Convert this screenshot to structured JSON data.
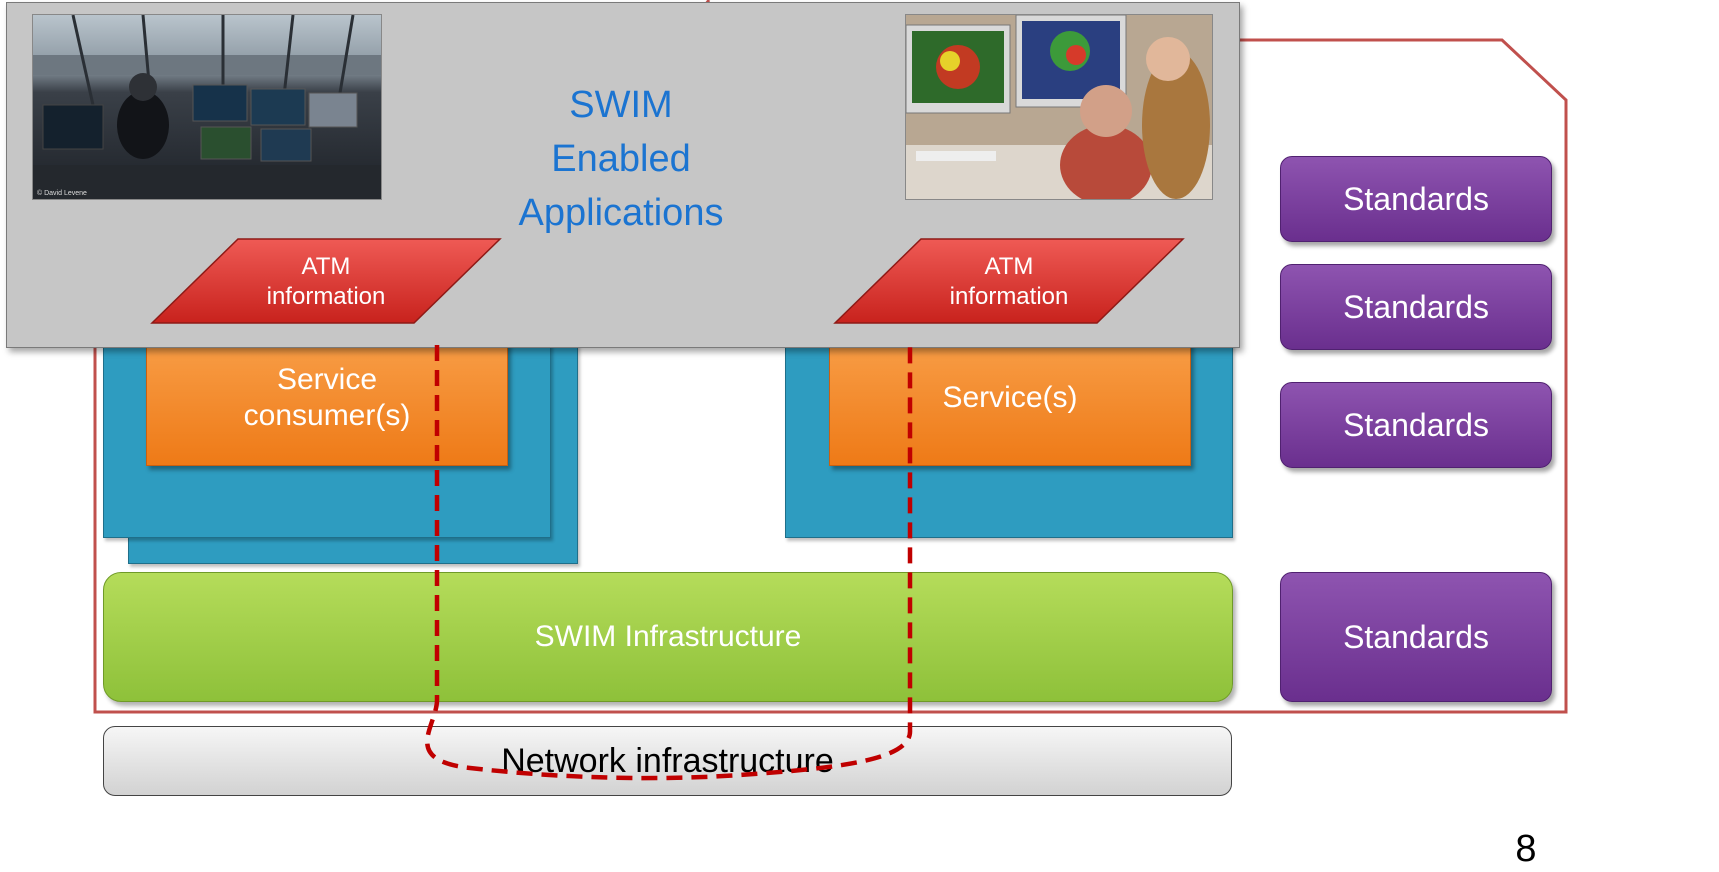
{
  "applications": {
    "title_line1": "SWIM",
    "title_line2": "Enabled",
    "title_line3": "Applications",
    "atm_left_line1": "ATM",
    "atm_left_line2": "information",
    "atm_right_line1": "ATM",
    "atm_right_line2": "information",
    "photo_left_credit": "© David Levene"
  },
  "services": {
    "consumer_line1": "Service",
    "consumer_line2": "consumer(s)",
    "provider": "Service(s)"
  },
  "infrastructure": {
    "swim": "SWIM Infrastructure",
    "network": "Network infrastructure"
  },
  "standards": [
    "Standards",
    "Standards",
    "Standards",
    "Standards"
  ],
  "page_number": "8",
  "colors": {
    "boundary": "#c0504d",
    "teal": "#2e9cc0",
    "orange": "#f08a2a",
    "green": "#9ccb48",
    "purple": "#7a3f9e",
    "atm_red": "#d9332e",
    "dashed_path": "#c00000",
    "title_blue": "#1b74d1"
  }
}
